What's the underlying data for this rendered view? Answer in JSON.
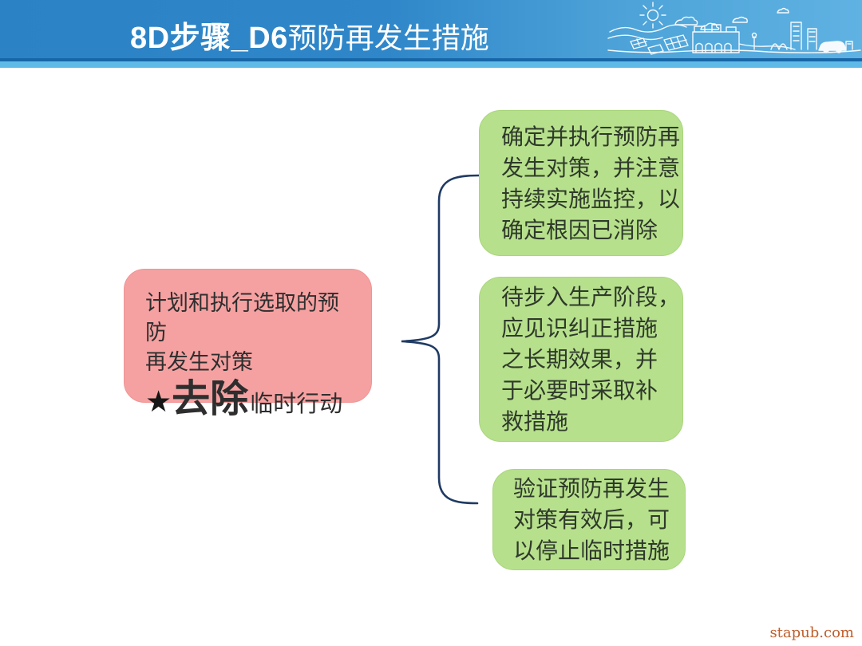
{
  "header": {
    "title_bold": "8D步骤_D6",
    "title_serif": "预防再发生措施"
  },
  "diagram": {
    "left_box": {
      "lines": [
        "计划和执行选取的预防",
        "再发生对策"
      ],
      "star": "★",
      "emphasis": "去除",
      "emphasis_suffix": "临时行动"
    },
    "right_boxes": [
      {
        "lines": [
          "确定并执行预防再",
          "发生对策，并注意",
          "持续实施监控，以",
          "确定根因已消除"
        ]
      },
      {
        "lines": [
          "待步入生产阶段，",
          "应见识纠正措施",
          "之长期效果，并",
          "于必要时采取补",
          "救措施"
        ]
      },
      {
        "lines": [
          "验证预防再发生",
          "对策有效后，可",
          "以停止临时措施"
        ]
      }
    ]
  },
  "colors": {
    "header_blue": "#2b83c5",
    "header_blue_light": "#5fb2e2",
    "band_dark": "#1767a8",
    "band_light": "#60bae8",
    "pink_fill": "#f5a1a1",
    "green_fill": "#b7e08c",
    "brace": "#1f3a63",
    "text_dark": "#2e2e2e",
    "watermark_color": "#c05e2b"
  },
  "footer": {
    "watermark": "stapub.com"
  }
}
